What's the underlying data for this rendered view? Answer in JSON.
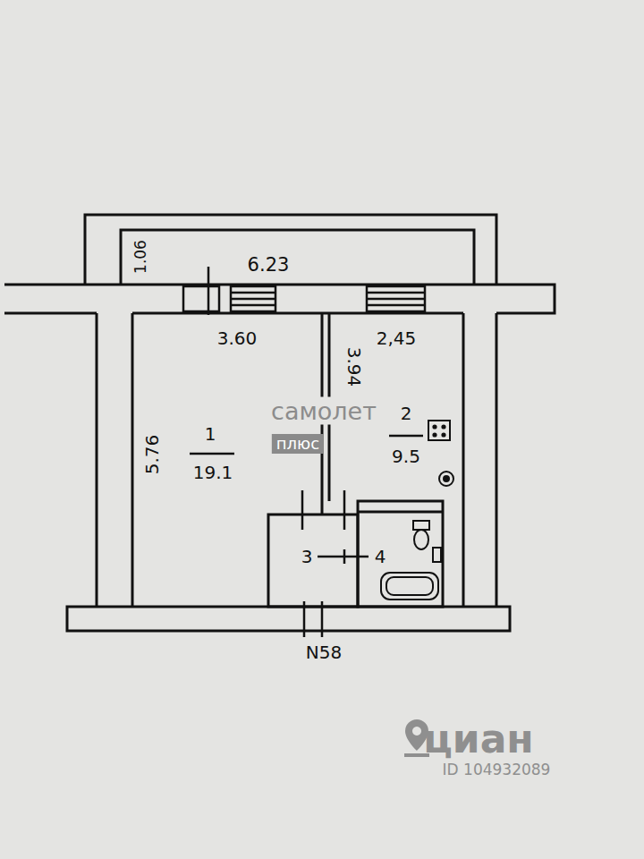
{
  "diagram": {
    "nodes": [
      {
        "text": [
          "1",
          "19.1"
        ]
      },
      {
        "text": [
          "2",
          "9.5"
        ]
      },
      {
        "text": [
          "3"
        ]
      },
      {
        "text": [
          "4"
        ]
      }
    ],
    "labels": [
      "1.06",
      "6.23",
      "3.60",
      "2,45",
      "5.76",
      "3.94",
      "N58",
      "самолет",
      "плюс",
      "циан",
      "ID 104932089"
    ]
  }
}
